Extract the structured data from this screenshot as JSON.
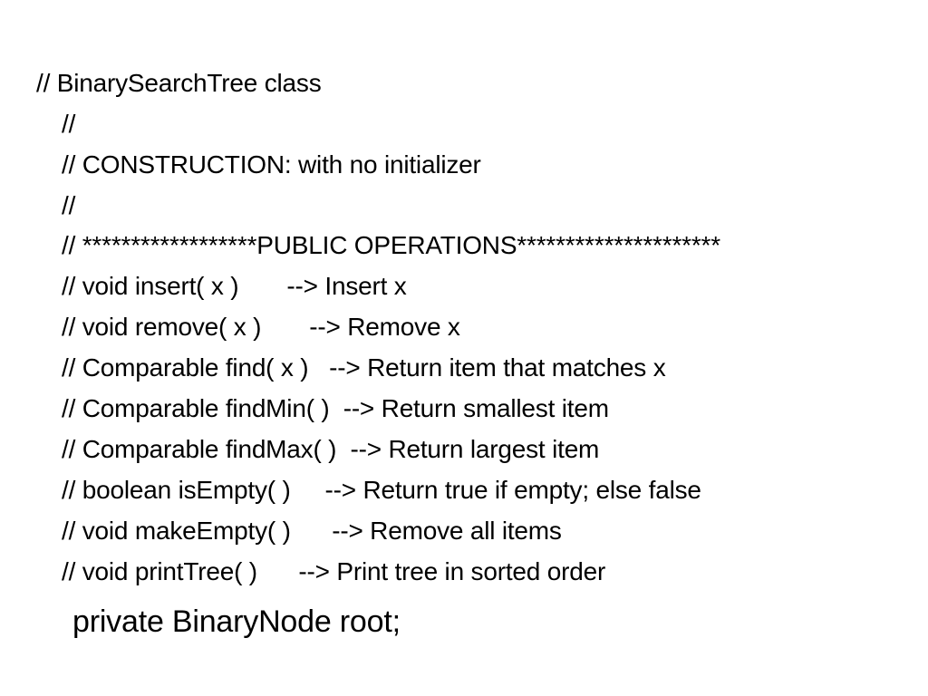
{
  "code": {
    "lines": [
      "// BinarySearchTree class",
      "//",
      "// CONSTRUCTION: with no initializer",
      "//",
      "// ******************PUBLIC OPERATIONS*********************",
      "// void insert( x )       --> Insert x",
      "// void remove( x )       --> Remove x",
      "// Comparable find( x )   --> Return item that matches x",
      "// Comparable findMin( )  --> Return smallest item",
      "// Comparable findMax( )  --> Return largest item",
      "// boolean isEmpty( )     --> Return true if empty; else false",
      "// void makeEmpty( )      --> Remove all items",
      "// void printTree( )      --> Print tree in sorted order"
    ],
    "declaration": "private BinaryNode root;"
  }
}
